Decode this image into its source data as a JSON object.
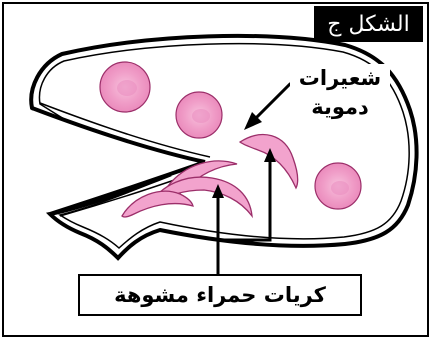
{
  "figure": {
    "title": "الشكل ج",
    "labels": {
      "capillaries": "شعيرات دموية",
      "deformed_rbc": "كريات حمراء مشوهة"
    }
  },
  "colors": {
    "cell_fill": "#f2a3cd",
    "cell_stroke": "#9c2f6a",
    "line": "#000000",
    "title_bg": "#000000",
    "title_fg": "#ffffff"
  }
}
